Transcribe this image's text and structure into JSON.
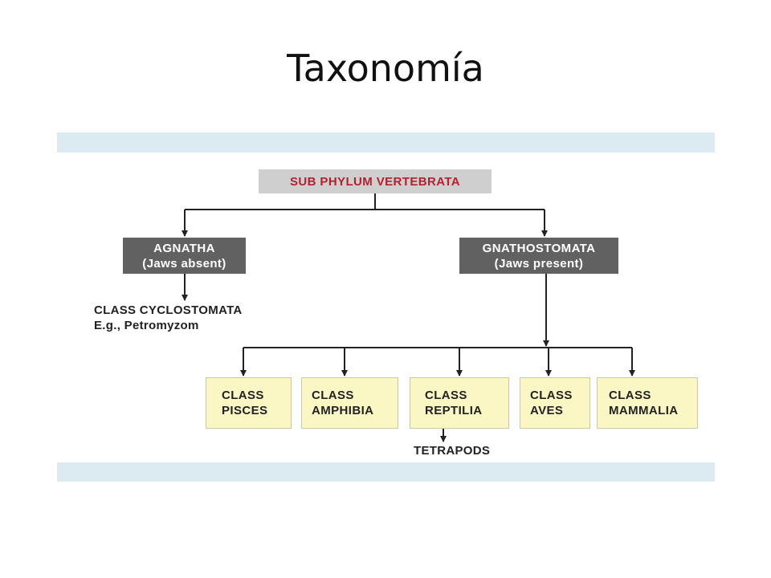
{
  "slide": {
    "title": "Taxonomía"
  },
  "tree": {
    "root": "SUB PHYLUM VERTEBRATA",
    "agnatha": {
      "name": "AGNATHA",
      "note": "(Jaws absent)"
    },
    "gnathostomata": {
      "name": "GNATHOSTOMATA",
      "note": "(Jaws present)"
    },
    "cyclostomata": {
      "name": "CLASS CYCLOSTOMATA",
      "example": "E.g., Petromyzom"
    },
    "classes": [
      {
        "line1": "CLASS",
        "line2": "PISCES"
      },
      {
        "line1": "CLASS",
        "line2": "AMPHIBIA"
      },
      {
        "line1": "CLASS",
        "line2": "REPTILIA"
      },
      {
        "line1": "CLASS",
        "line2": "AVES"
      },
      {
        "line1": "CLASS",
        "line2": "MAMMALIA"
      }
    ],
    "tetrapods": "TETRAPODS"
  },
  "colors": {
    "root_text": "#b3202e",
    "root_fill": "#cfcfcf",
    "dark_fill": "#616161",
    "class_fill": "#fbf7c4",
    "band": "#dceaf1"
  }
}
